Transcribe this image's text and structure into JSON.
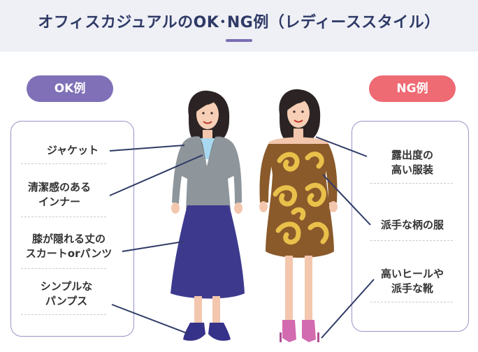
{
  "header": {
    "title": "オフィスカジュアルのOK･NG例（レディーススタイル）"
  },
  "ok": {
    "badge": "OK例",
    "items": [
      {
        "line1": "ジャケット",
        "line2": ""
      },
      {
        "line1": "清潔感のある",
        "line2": "インナー"
      },
      {
        "line1": "膝が隠れる丈の",
        "line2": "スカートorパンツ"
      },
      {
        "line1": "シンプルな",
        "line2": "パンプス"
      }
    ]
  },
  "ng": {
    "badge": "NG例",
    "items": [
      {
        "line1": "露出度の",
        "line2": "高い服装"
      },
      {
        "line1": "派手な柄の服",
        "line2": ""
      },
      {
        "line1": "高いヒールや",
        "line2": "派手な靴"
      }
    ]
  },
  "colors": {
    "accent": "#7a6cb3",
    "ok_badge": "#8070b8",
    "ng_badge": "#ee6b74",
    "title": "#2f3a66",
    "jacket": "#8e969c",
    "skirt": "#3d3a8e",
    "dress": "#8a5a2b",
    "dress_pattern": "#e9c04a",
    "pink_heels": "#d26bb0"
  }
}
